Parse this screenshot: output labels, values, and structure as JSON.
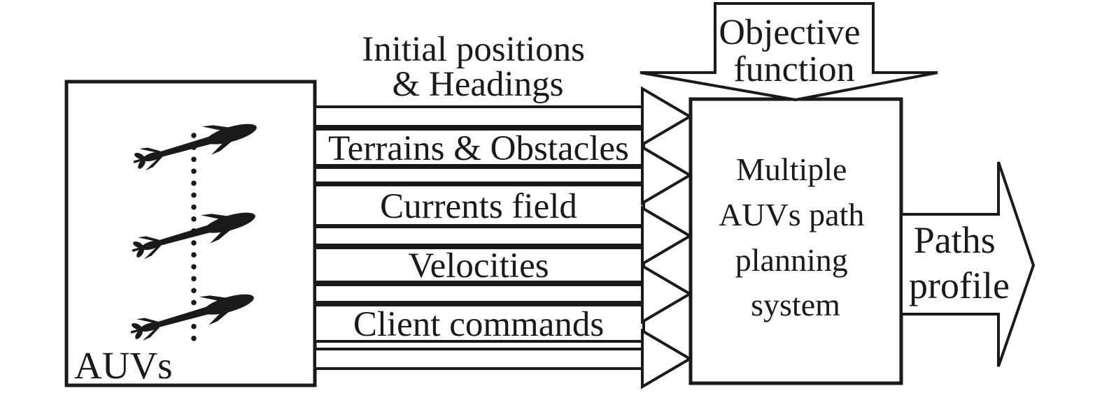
{
  "diagram": {
    "title_hint": "Multiple AUVs path planning system block diagram",
    "colors": {
      "ink": "#1a1a1a",
      "background": "#ffffff"
    },
    "auvs": {
      "label": "AUVs",
      "icon": "auv-torpedo-icon",
      "vehicle_count": 3,
      "formation_link": "vertical-dotted-line"
    },
    "inputs": [
      {
        "id": "initial-positions",
        "line1": "Initial positions",
        "line2": "& Headings",
        "boxed": false,
        "arrow": "right"
      },
      {
        "id": "terrains-obstacles",
        "label": "Terrains & Obstacles",
        "boxed": true,
        "arrow": "right"
      },
      {
        "id": "currents-field",
        "label": "Currents field",
        "boxed": true,
        "arrow": "right"
      },
      {
        "id": "velocities",
        "label": "Velocities",
        "boxed": true,
        "arrow": "right"
      },
      {
        "id": "client-commands",
        "label": "Client commands",
        "boxed": true,
        "arrow": "right"
      }
    ],
    "system": {
      "line1": "Multiple",
      "line2": "AUVs path",
      "line3": "planning",
      "line4": "system"
    },
    "objective": {
      "line1": "Objective",
      "line2": "function",
      "arrow": "down"
    },
    "output": {
      "line1": "Paths",
      "line2": "profile",
      "arrow": "right"
    }
  }
}
